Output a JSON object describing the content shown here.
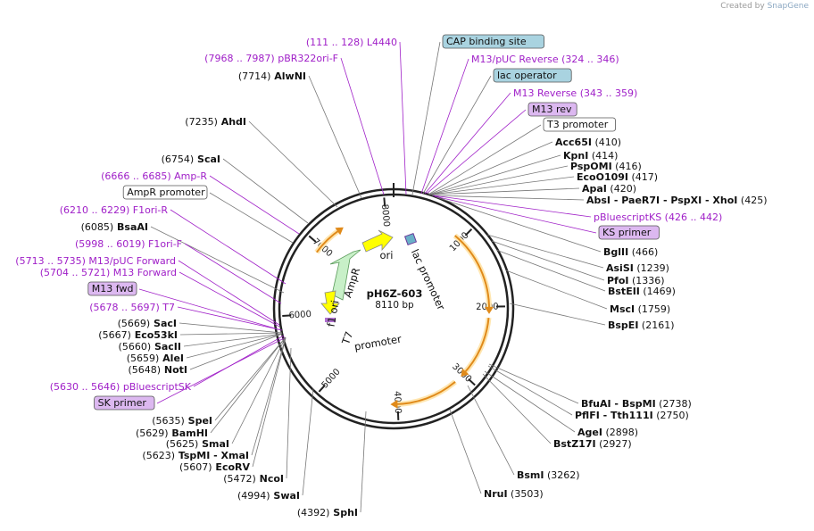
{
  "credit": {
    "prefix": "Created by",
    "brand": "SnapGene"
  },
  "plasmid": {
    "name": "pH6Z-603",
    "length_label": "8110 bp",
    "length_bp": 8110
  },
  "ticks": [
    "1000",
    "2000",
    "3000",
    "4000",
    "5000",
    "6000",
    "7000",
    "8000"
  ],
  "feature_labels": [
    "ori",
    "lac promoter",
    "AmpR",
    "f1 ori",
    "T7",
    "promoter"
  ],
  "labels": [
    {
      "num": "(111 .. 128)",
      "name": "L4440",
      "kind": "purple"
    },
    {
      "name": "CAP binding site",
      "kind": "boxblue"
    },
    {
      "num": "(7968 .. 7987)",
      "name": "pBR322ori-F",
      "kind": "purple"
    },
    {
      "name": "M13/pUC Reverse",
      "num": "(324 .. 346)",
      "kind": "purple"
    },
    {
      "num": "(7714)",
      "name": "AlwNI",
      "kind": "black"
    },
    {
      "name": "lac operator",
      "kind": "boxblue"
    },
    {
      "name": "M13 Reverse",
      "num": "(343 .. 359)",
      "kind": "purple"
    },
    {
      "name": "M13 rev",
      "kind": "boxpurple"
    },
    {
      "num": "(7235)",
      "name": "AhdI",
      "kind": "black"
    },
    {
      "name": "T3 promoter",
      "kind": "boxwhite"
    },
    {
      "name": "Acc65I",
      "num": "(410)",
      "kind": "black"
    },
    {
      "num": "(6754)",
      "name": "ScaI",
      "kind": "black"
    },
    {
      "name": "KpnI",
      "num": "(414)",
      "kind": "black"
    },
    {
      "name": "PspOMI",
      "num": "(416)",
      "kind": "black"
    },
    {
      "num": "(6666 .. 6685)",
      "name": "Amp-R",
      "kind": "purple"
    },
    {
      "name": "EcoO109I",
      "num": "(417)",
      "kind": "black"
    },
    {
      "name": "ApaI",
      "num": "(420)",
      "kind": "black"
    },
    {
      "name": "AmpR promoter",
      "kind": "boxwhite"
    },
    {
      "name": "AbsI - PaeR7I - PspXI - XhoI",
      "num": "(425)",
      "kind": "black"
    },
    {
      "num": "(6210 .. 6229)",
      "name": "F1ori-R",
      "kind": "purple"
    },
    {
      "name": "pBluescriptKS",
      "num": "(426 .. 442)",
      "kind": "purple"
    },
    {
      "num": "(6085)",
      "name": "BsaAI",
      "kind": "black"
    },
    {
      "name": "KS primer",
      "kind": "boxpurple"
    },
    {
      "num": "(5998 .. 6019)",
      "name": "F1ori-F",
      "kind": "purple"
    },
    {
      "name": "BglII",
      "num": "(466)",
      "kind": "black"
    },
    {
      "num": "(5713 .. 5735)",
      "name": "M13/pUC Forward",
      "kind": "purple"
    },
    {
      "name": "AsiSI",
      "num": "(1239)",
      "kind": "black"
    },
    {
      "num": "(5704 .. 5721)",
      "name": "M13 Forward",
      "kind": "purple"
    },
    {
      "name": "PfoI",
      "num": "(1336)",
      "kind": "black"
    },
    {
      "name": "M13 fwd",
      "kind": "boxpurple"
    },
    {
      "name": "BstEII",
      "num": "(1469)",
      "kind": "black"
    },
    {
      "num": "(5678 .. 5697)",
      "name": "T7",
      "kind": "purple"
    },
    {
      "name": "MscI",
      "num": "(1759)",
      "kind": "black"
    },
    {
      "num": "(5669)",
      "name": "SacI",
      "kind": "black"
    },
    {
      "name": "BspEI",
      "num": "(2161)",
      "kind": "black"
    },
    {
      "num": "(5667)",
      "name": "Eco53kI",
      "kind": "black"
    },
    {
      "num": "(5660)",
      "name": "SacII",
      "kind": "black"
    },
    {
      "num": "(5659)",
      "name": "AleI",
      "kind": "black"
    },
    {
      "num": "(5648)",
      "name": "NotI",
      "kind": "black"
    },
    {
      "num": "(5630 .. 5646)",
      "name": "pBluescriptSK",
      "kind": "purple"
    },
    {
      "name": "BfuAI - BspMI",
      "num": "(2738)",
      "kind": "black"
    },
    {
      "name": "SK primer",
      "kind": "boxpurple"
    },
    {
      "name": "PflFI - Tth111I",
      "num": "(2750)",
      "kind": "black"
    },
    {
      "num": "(5635)",
      "name": "SpeI",
      "kind": "black"
    },
    {
      "name": "AgeI",
      "num": "(2898)",
      "kind": "black"
    },
    {
      "num": "(5629)",
      "name": "BamHI",
      "kind": "black"
    },
    {
      "name": "BstZ17I",
      "num": "(2927)",
      "kind": "black"
    },
    {
      "num": "(5625)",
      "name": "SmaI",
      "kind": "black"
    },
    {
      "num": "(5623)",
      "name": "TspMI - XmaI",
      "kind": "black"
    },
    {
      "num": "(5607)",
      "name": "EcoRV",
      "kind": "black"
    },
    {
      "name": "BsmI",
      "num": "(3262)",
      "kind": "black"
    },
    {
      "num": "(5472)",
      "name": "NcoI",
      "kind": "black"
    },
    {
      "num": "(4994)",
      "name": "SwaI",
      "kind": "black"
    },
    {
      "name": "NruI",
      "num": "(3503)",
      "kind": "black"
    },
    {
      "num": "(4392)",
      "name": "SphI",
      "kind": "black"
    }
  ],
  "colors": {
    "purple": "#a020c8",
    "blue_box": "#a9d3e0",
    "purple_box": "#dcb8f0",
    "orange": "#e08a1a",
    "yellow": "#ffff00",
    "green": "#c8f0c8"
  }
}
